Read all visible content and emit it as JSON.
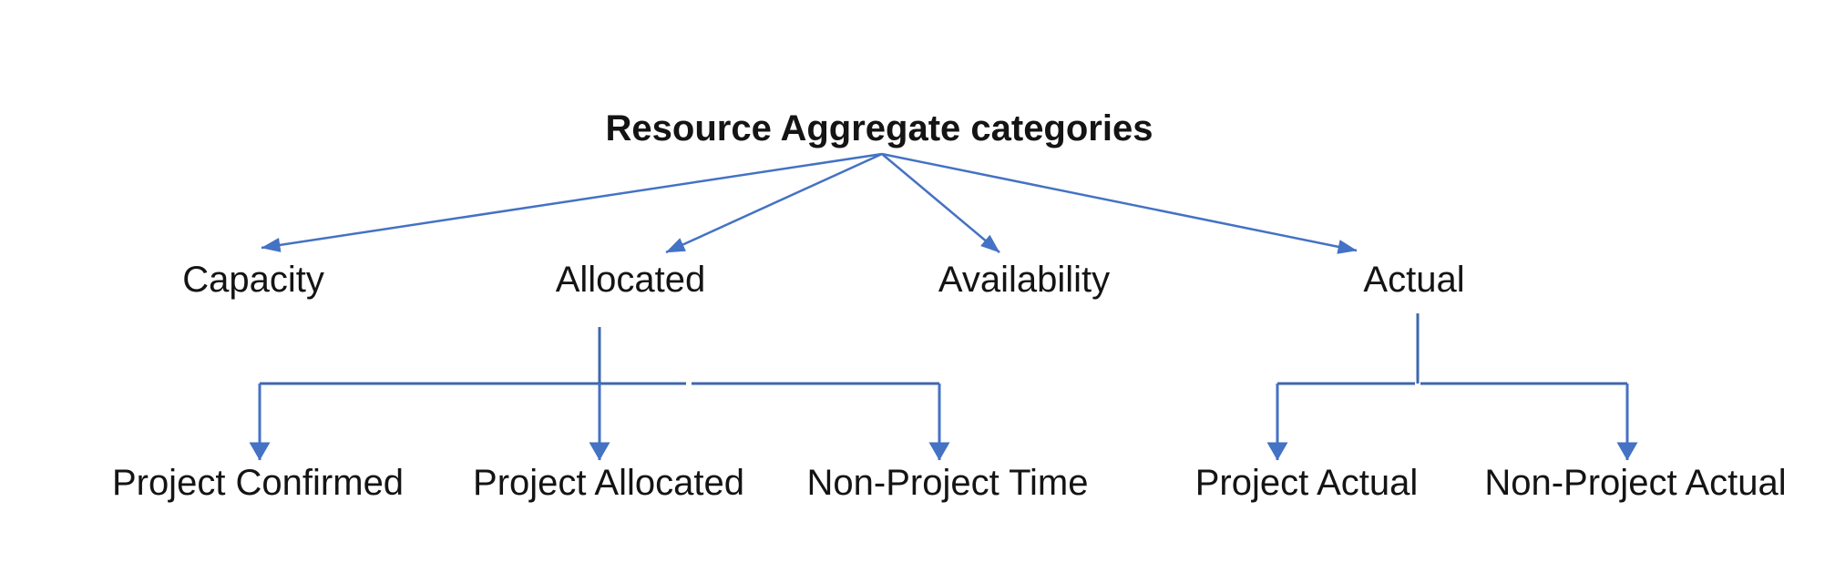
{
  "diagram": {
    "title": "Resource Aggregate categories",
    "level1": [
      {
        "label": "Capacity",
        "children": []
      },
      {
        "label": "Allocated",
        "children": [
          "Project Confirmed",
          "Project Allocated",
          "Non-Project Time"
        ]
      },
      {
        "label": "Availability",
        "children": []
      },
      {
        "label": "Actual",
        "children": [
          "Project Actual",
          "Non-Project Actual"
        ]
      }
    ],
    "colors": {
      "arrow": "#4472C4",
      "connector": "#3E68AE",
      "text": "#141414",
      "background": "#FFFFFF"
    }
  }
}
